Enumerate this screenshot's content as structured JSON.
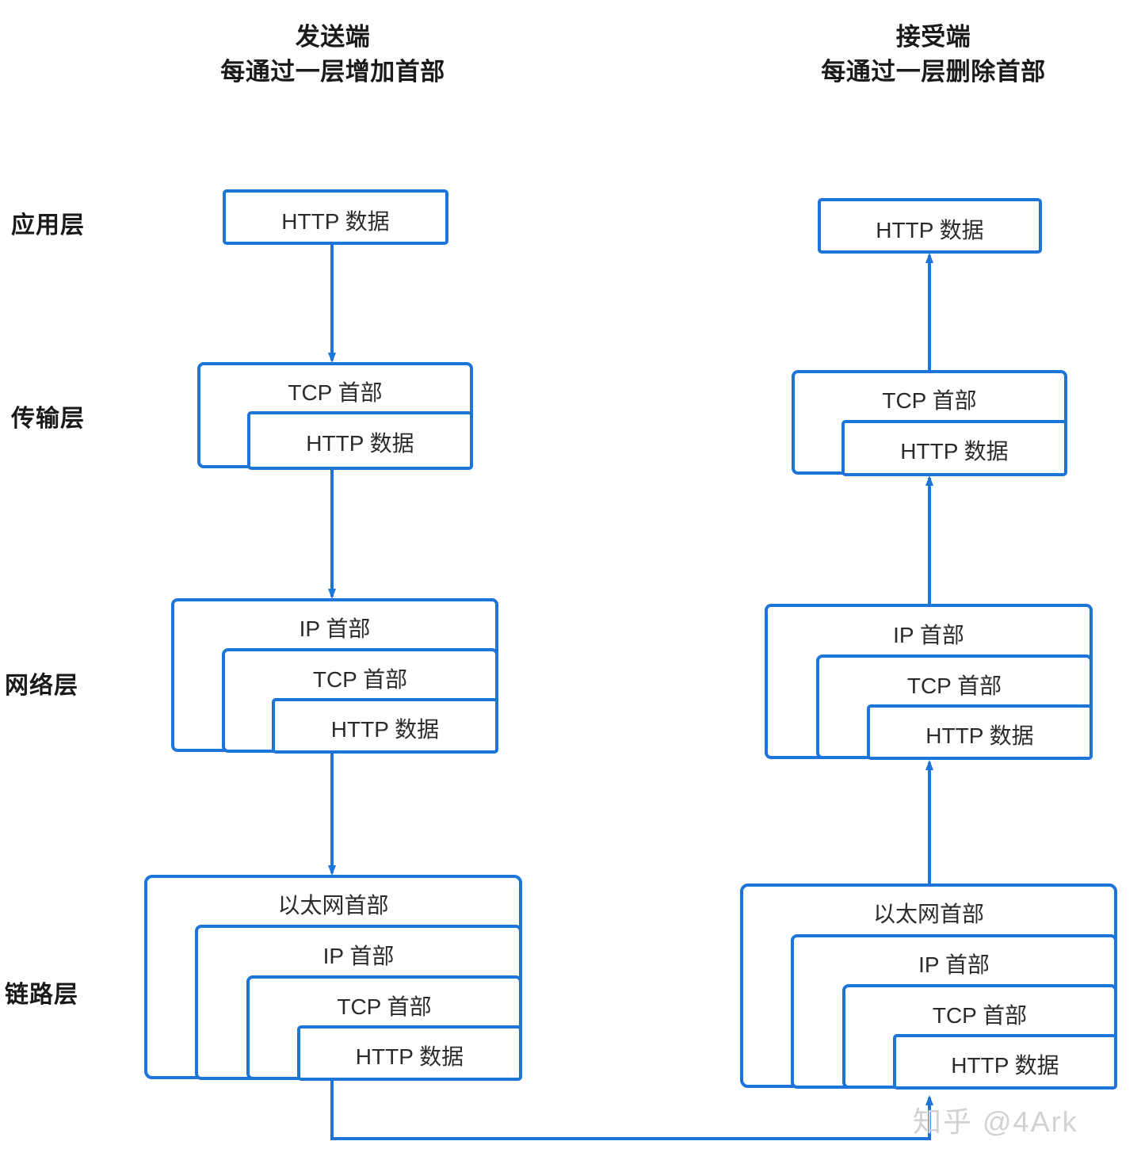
{
  "diagram": {
    "title_sender_line1": "发送端",
    "title_sender_line2": "每通过一层增加首部",
    "title_receiver_line1": "接受端",
    "title_receiver_line2": "每通过一层删除首部",
    "accent_color": "#1d74d9",
    "text_color": "#2b2b2b",
    "label_color": "#1a1a1a",
    "watermark": "知乎 @4Ark"
  },
  "layers": [
    {
      "key": "application",
      "label": "应用层"
    },
    {
      "key": "transport",
      "label": "传输层"
    },
    {
      "key": "network",
      "label": "网络层"
    },
    {
      "key": "link",
      "label": "链路层"
    }
  ],
  "labels": {
    "http_data": "HTTP 数据",
    "tcp_header": "TCP 首部",
    "ip_header": "IP 首部",
    "ethernet_header": "以太网首部"
  },
  "sender": {
    "application": [
      "HTTP 数据"
    ],
    "transport": [
      "TCP 首部",
      "HTTP 数据"
    ],
    "network": [
      "IP 首部",
      "TCP 首部",
      "HTTP 数据"
    ],
    "link": [
      "以太网首部",
      "IP 首部",
      "TCP 首部",
      "HTTP 数据"
    ]
  },
  "receiver": {
    "application": [
      "HTTP 数据"
    ],
    "transport": [
      "TCP 首部",
      "HTTP 数据"
    ],
    "network": [
      "IP 首部",
      "TCP 首部",
      "HTTP 数据"
    ],
    "link": [
      "以太网首部",
      "IP 首部",
      "TCP 首部",
      "HTTP 数据"
    ]
  },
  "flow": {
    "sender_direction": "down",
    "receiver_direction": "up",
    "bottom_link_from": "sender-link-layer",
    "bottom_link_to": "receiver-link-layer"
  }
}
